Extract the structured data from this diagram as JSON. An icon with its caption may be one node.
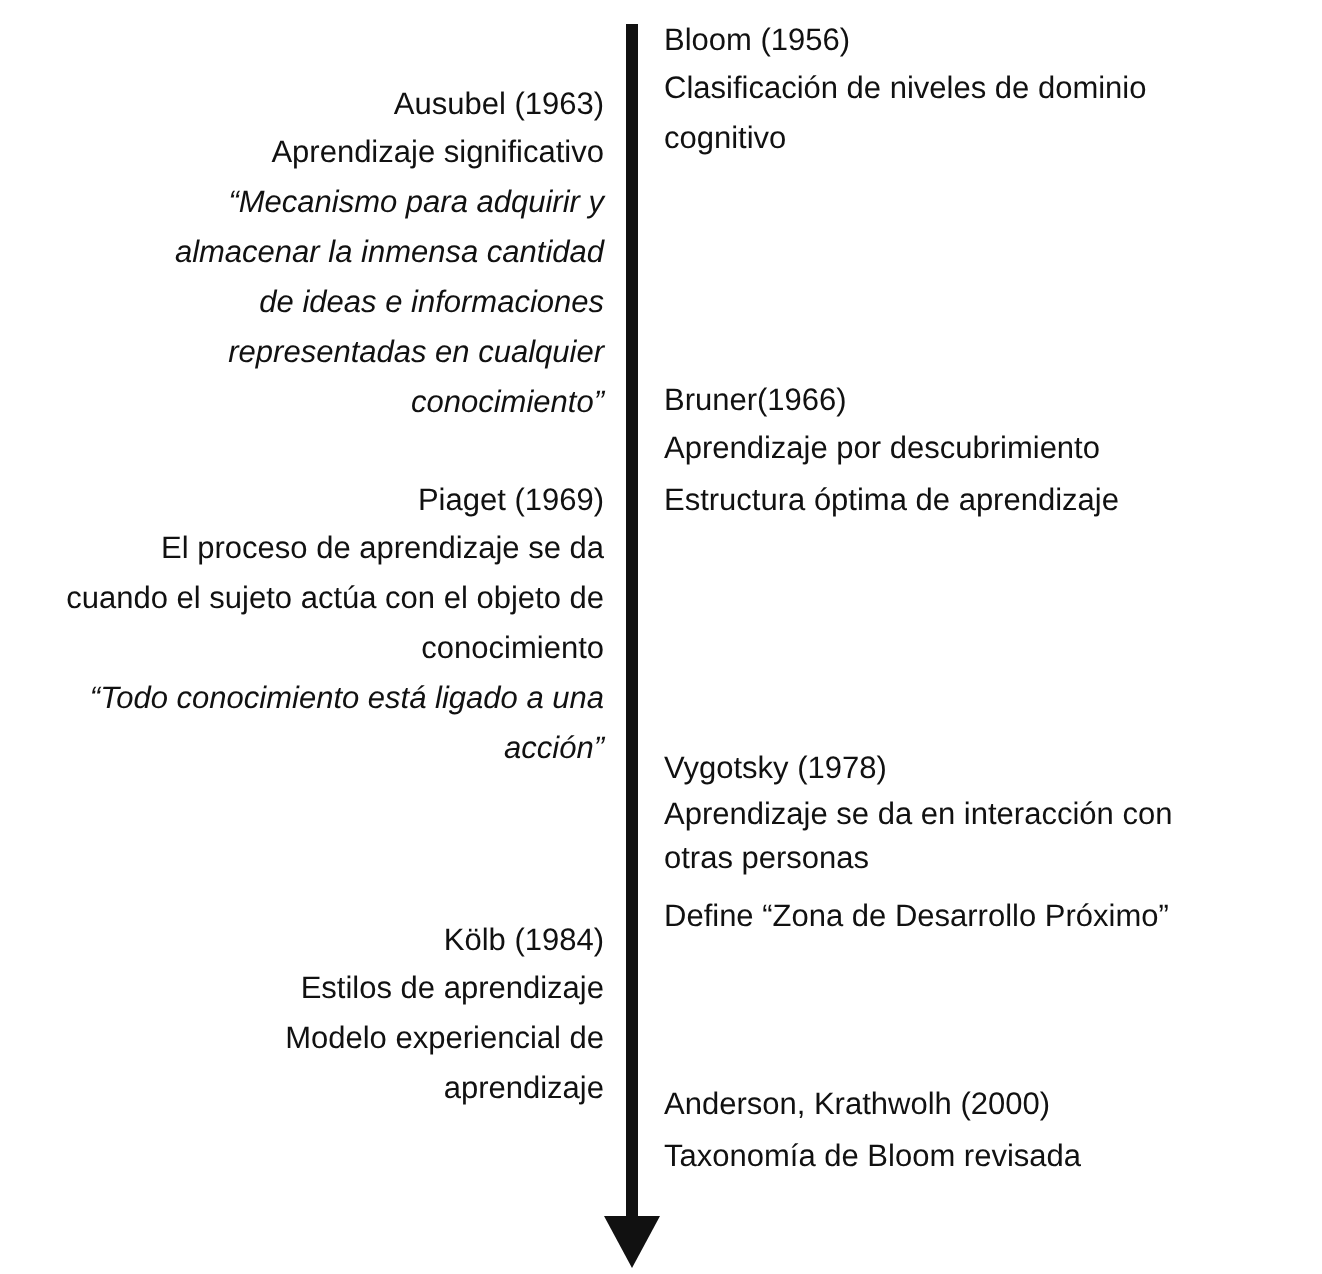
{
  "diagram": {
    "labels": [
      "Bloom (1956)",
      "Clasificación de niveles de dominio cognitivo",
      "Ausubel (1963)",
      "Aprendizaje significativo",
      "“Mecanismo para adquirir y almacenar la inmensa cantidad de ideas e informaciones representadas en cualquier conocimiento”",
      "Bruner(1966)",
      "Aprendizaje por descubrimiento",
      "Piaget (1969)",
      "Estructura óptima de aprendizaje",
      "El proceso de aprendizaje se da cuando el sujeto actúa con el objeto de conocimiento",
      "“Todo conocimiento está ligado a una acción”",
      "Vygotsky (1978)",
      "Aprendizaje se da en interacción con otras personas",
      "Kölb (1984)",
      "Define “Zona de Desarrollo Próximo”",
      "Estilos de aprendizaje",
      "Modelo experiencial de aprendizaje",
      "Anderson, Krathwolh (2000)",
      "Taxonomía de Bloom revisada"
    ]
  }
}
